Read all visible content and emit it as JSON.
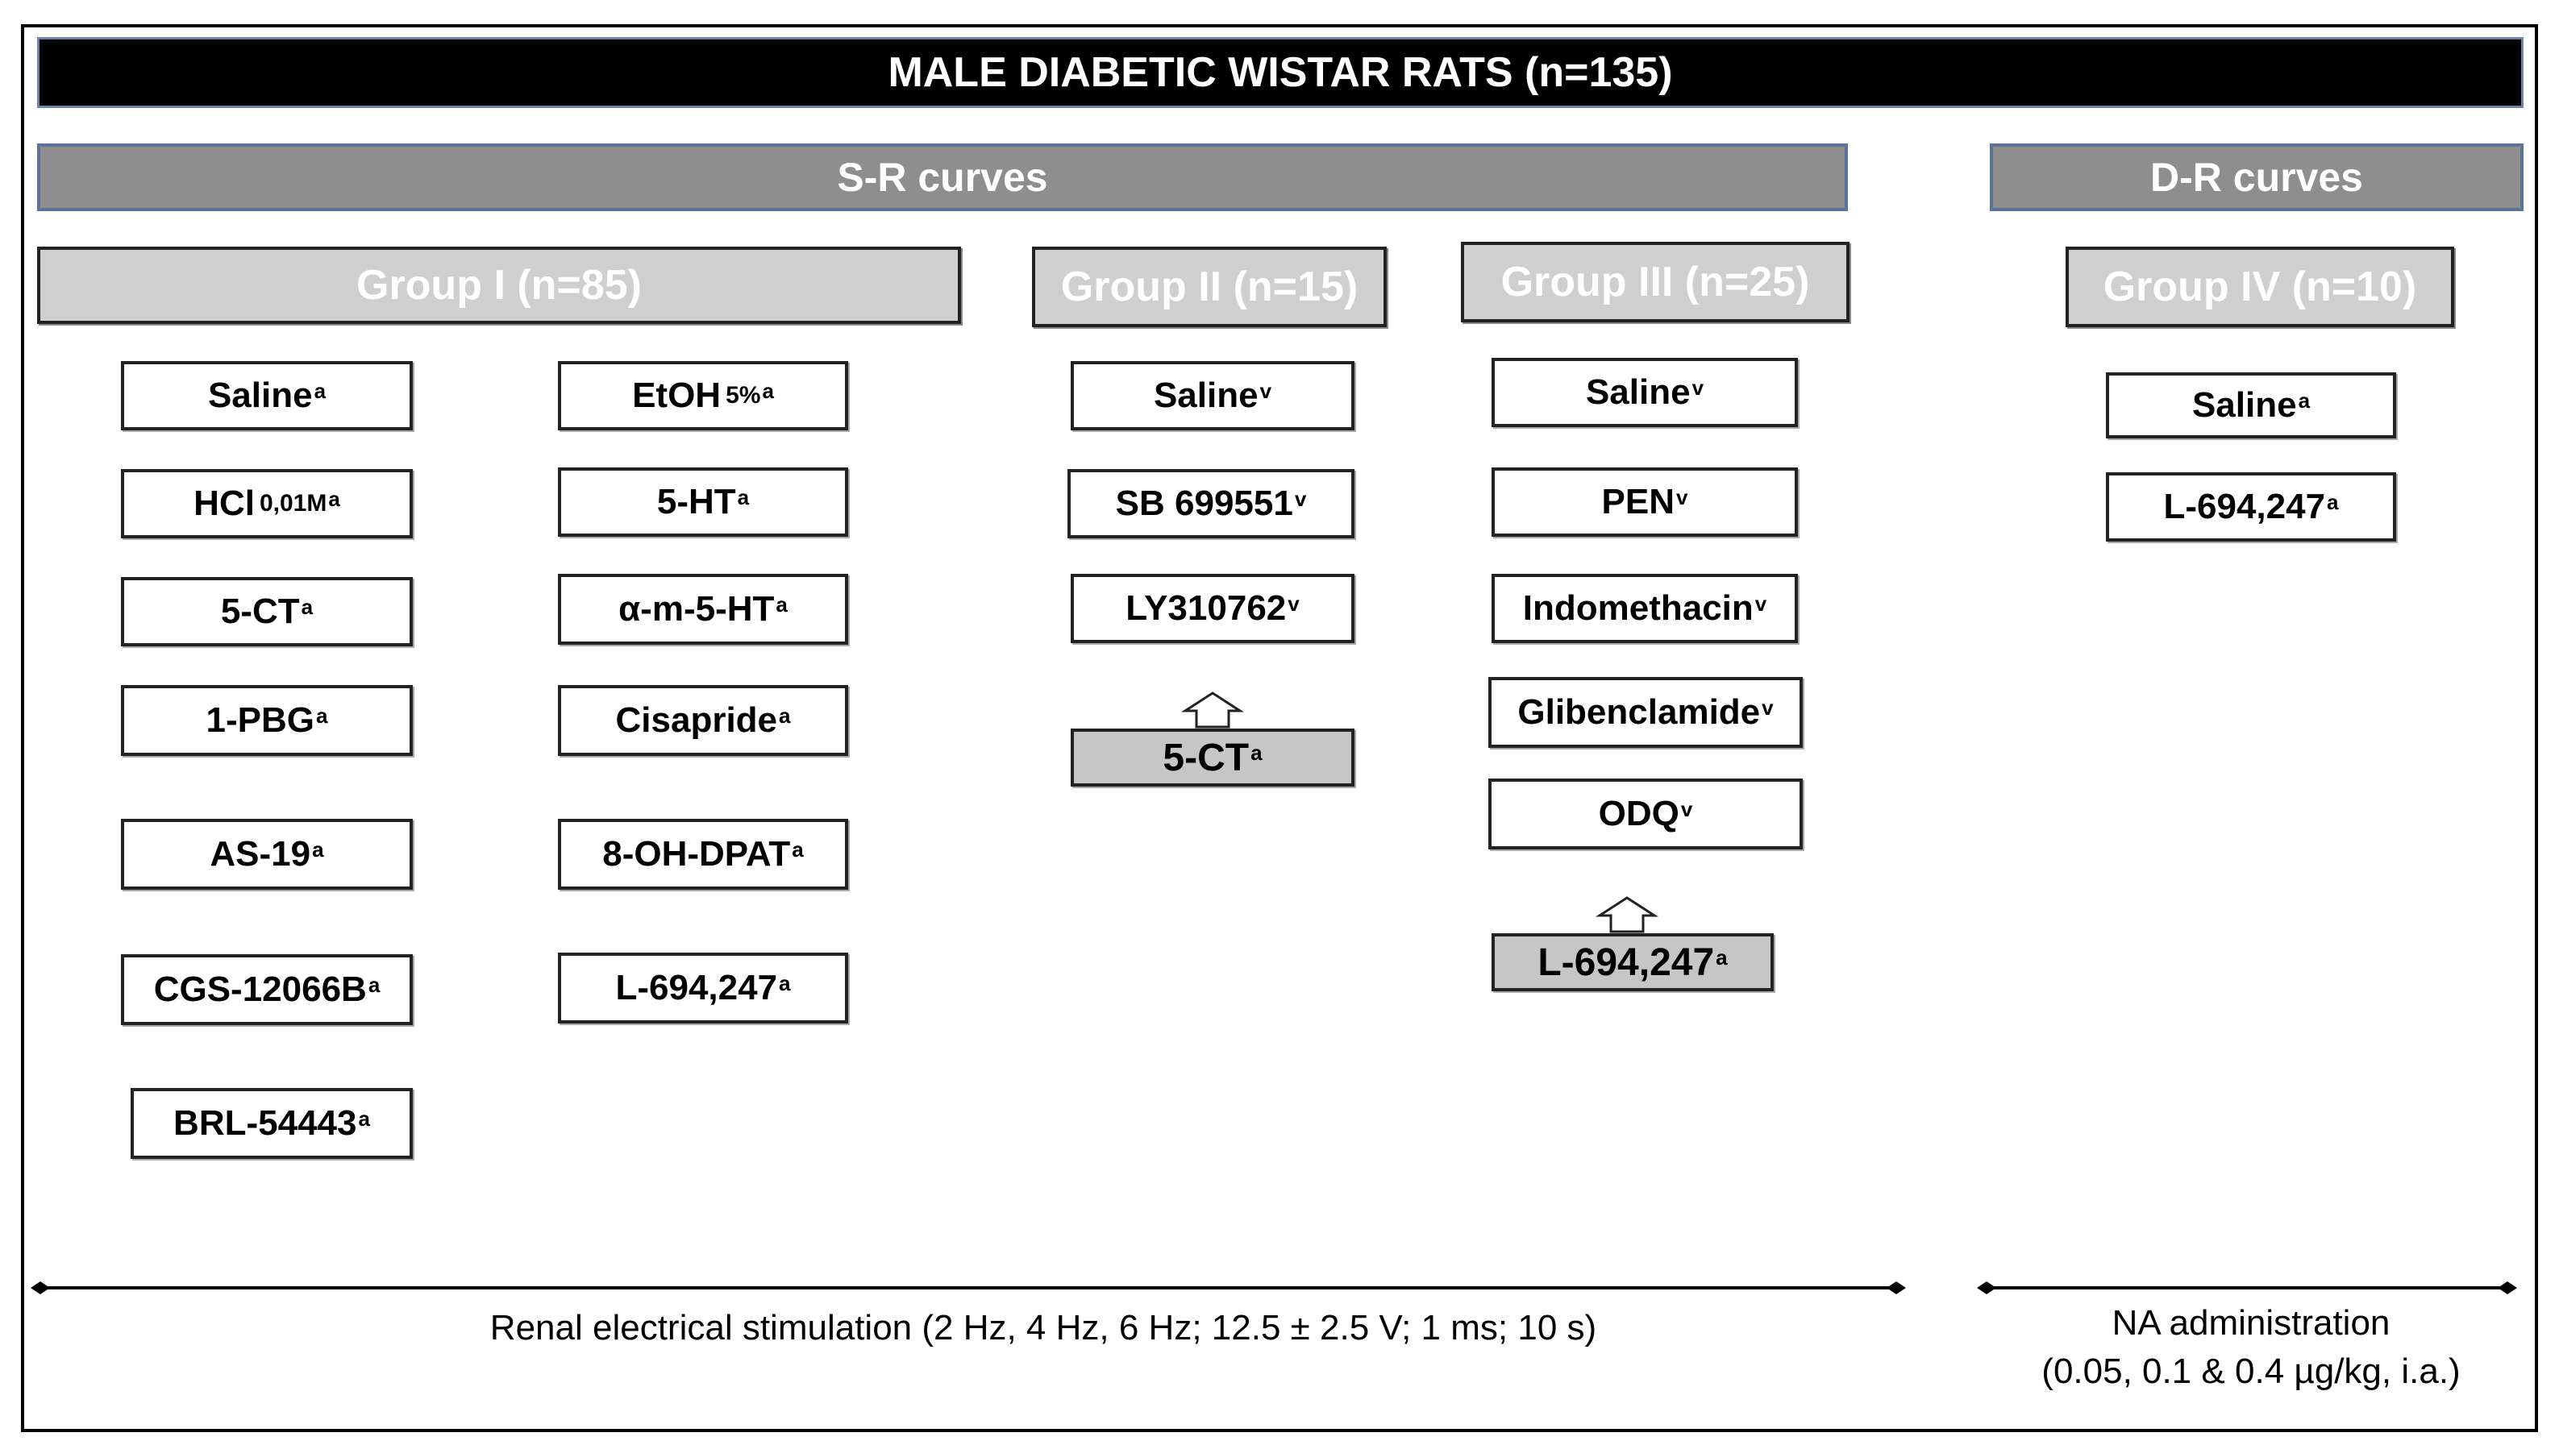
{
  "title": "MALE DIABETIC WISTAR RATS (n=135)",
  "sections": {
    "sr": "S-R curves",
    "dr": "D-R curves"
  },
  "groups": {
    "g1": "Group I (n=85)",
    "g2": "Group II (n=15)",
    "g3": "Group III (n=25)",
    "g4": "Group IV (n=10)"
  },
  "group1_col1": [
    {
      "label": "Saline",
      "sup": "a"
    },
    {
      "label": "HCl",
      "small": "0,01M",
      "sup": "a"
    },
    {
      "label": "5-CT",
      "sup": "a"
    },
    {
      "label": "1-PBG",
      "sup": "a"
    },
    {
      "label": "AS-19",
      "sup": "a"
    },
    {
      "label": "CGS-12066B",
      "sup": "a"
    },
    {
      "label": "BRL-54443",
      "sup": "a"
    }
  ],
  "group1_col2": [
    {
      "label": "EtOH",
      "small": "5%",
      "sup": "a"
    },
    {
      "label": "5-HT",
      "sup": "a"
    },
    {
      "label": "α-m-5-HT",
      "sup": "a"
    },
    {
      "label": "Cisapride",
      "sup": "a"
    },
    {
      "label": "8-OH-DPAT",
      "sup": "a"
    },
    {
      "label": "L-694,247",
      "sup": "a"
    }
  ],
  "group2": [
    {
      "label": "Saline",
      "sup": "v"
    },
    {
      "label": "SB 699551",
      "sup": "v"
    },
    {
      "label": "LY310762",
      "sup": "v"
    }
  ],
  "group2_agonist": {
    "label": "5-CT",
    "sup": "a"
  },
  "group3": [
    {
      "label": "Saline",
      "sup": "v"
    },
    {
      "label": "PEN",
      "sup": "v"
    },
    {
      "label": "Indomethacin",
      "sup": "v"
    },
    {
      "label": "Glibenclamide",
      "sup": "v"
    },
    {
      "label": "ODQ",
      "sup": "v"
    }
  ],
  "group3_agonist": {
    "label": "L-694,247",
    "sup": "a"
  },
  "group4": [
    {
      "label": "Saline",
      "sup": "a"
    },
    {
      "label": "L-694,247",
      "sup": "a"
    }
  ],
  "footer": {
    "sr_caption": "Renal electrical stimulation (2 Hz, 4 Hz, 6 Hz; 12.5 ± 2.5 V; 1 ms; 10 s)",
    "dr_caption_line1": "NA administration",
    "dr_caption_line2": "(0.05, 0.1 & 0.4 µg/kg, i.a.)"
  }
}
